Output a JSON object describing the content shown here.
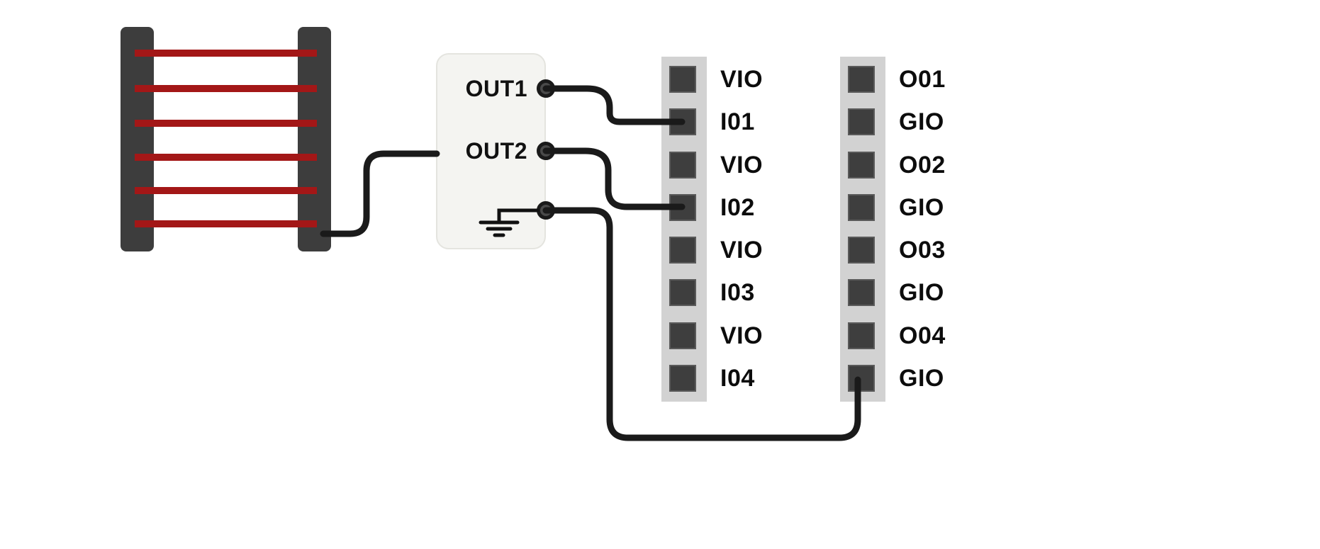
{
  "diagram": {
    "left_component": {
      "name": "light-curtain-sensor",
      "rung_count": 6,
      "rung_color": "#a31717",
      "frame_color": "#3d3d3d"
    },
    "device": {
      "pins": [
        {
          "label": "OUT1"
        },
        {
          "label": "OUT2"
        },
        {
          "label": "",
          "icon": "ground-icon"
        }
      ]
    },
    "left_strip": {
      "pins": [
        {
          "label": "VIO"
        },
        {
          "label": "I01"
        },
        {
          "label": "VIO"
        },
        {
          "label": "I02"
        },
        {
          "label": "VIO"
        },
        {
          "label": "I03"
        },
        {
          "label": "VIO"
        },
        {
          "label": "I04"
        }
      ]
    },
    "right_strip": {
      "pins": [
        {
          "label": "O01"
        },
        {
          "label": "GIO"
        },
        {
          "label": "O02"
        },
        {
          "label": "GIO"
        },
        {
          "label": "O03"
        },
        {
          "label": "GIO"
        },
        {
          "label": "O04"
        },
        {
          "label": "GIO"
        }
      ]
    },
    "connections": [
      {
        "from": "OUT1",
        "to": "I01"
      },
      {
        "from": "OUT2",
        "to": "I02"
      },
      {
        "from": "GND",
        "to": "GIO (bottom)"
      },
      {
        "from": "sensor",
        "to": "OUT2 side (device left edge)"
      }
    ],
    "colors": {
      "wire": "#1a1a1a",
      "rung": "#a31717",
      "strip_bg": "#d2d2d2",
      "pin_square": "#3e3e3e",
      "device_bg": "#f4f4f1"
    }
  }
}
